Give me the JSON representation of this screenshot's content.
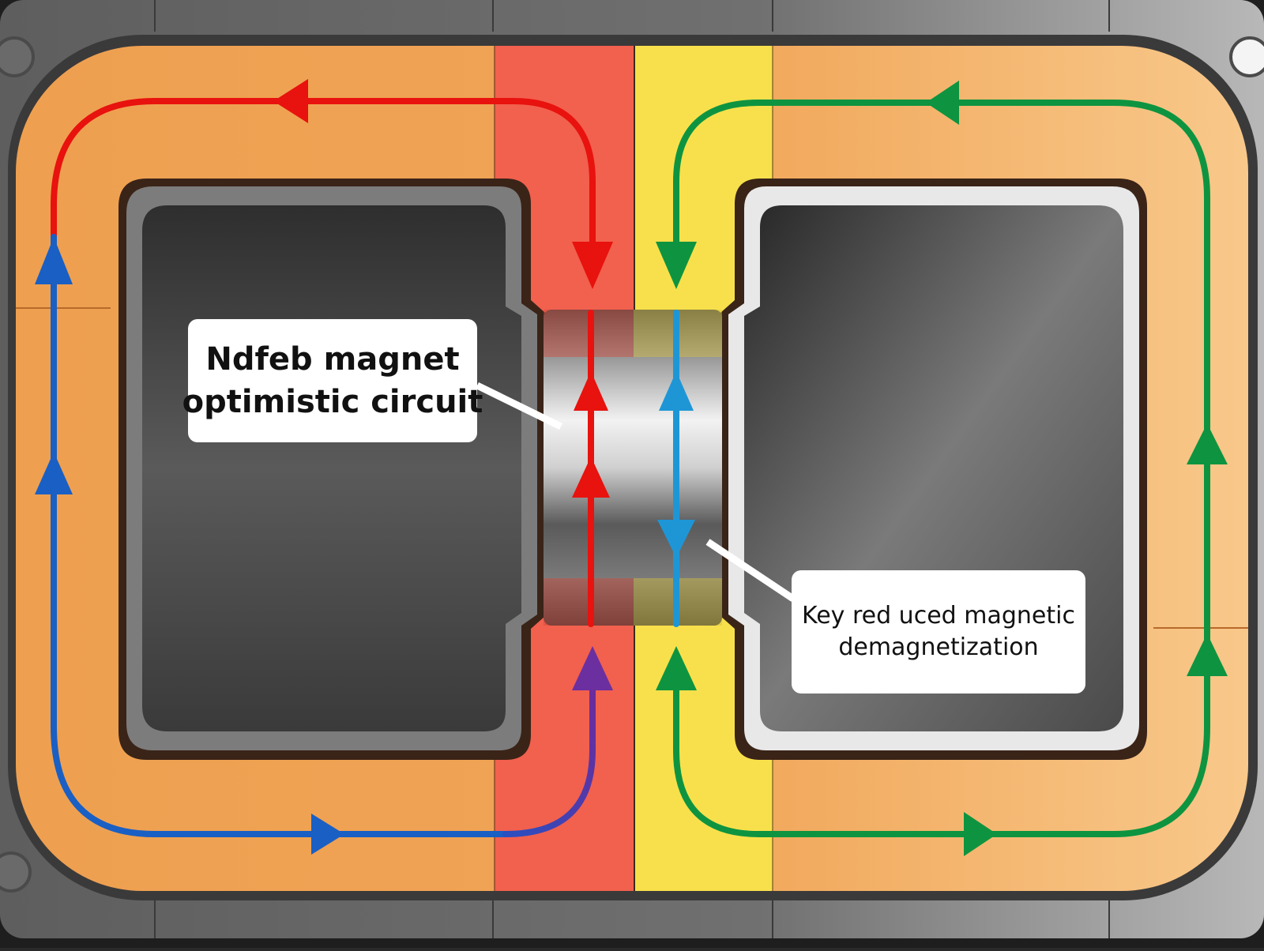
{
  "diagram": {
    "title": "NdFeB magnet magnetic circuit flux paths",
    "labels": {
      "left_callout": {
        "line1": "Ndfeb magnet",
        "line2": "optimistic circuit"
      },
      "right_callout": {
        "line1": "Key red uced magnetic",
        "line2": "demagnetization"
      }
    },
    "colors": {
      "frame_gray": "#6b6b6b",
      "frame_dark": "#3d3d3d",
      "core_orange": "#f0a04f",
      "core_orange_light": "#f9c98a",
      "pole_red": "#f2604e",
      "pole_yellow": "#f8e04c",
      "window_dark": "#3a3a3a",
      "flux_red": "#e8120e",
      "flux_blue": "#1a5fc4",
      "flux_purple": "#6b2fa0",
      "flux_green": "#0e9440",
      "flux_cyan": "#1e96d6",
      "magnet_silver": "#bdbdbd"
    },
    "flux_paths": [
      {
        "name": "left-upper-return",
        "color": "red",
        "direction": "counterclockwise from pole to left leg"
      },
      {
        "name": "left-lower-return",
        "color": "blue-to-purple",
        "direction": "up left leg, along bottom into red pole"
      },
      {
        "name": "right-loop",
        "color": "green",
        "direction": "up right leg, along top, down into yellow pole"
      },
      {
        "name": "magnet-left-flux",
        "color": "red",
        "direction": "up through magnet"
      },
      {
        "name": "magnet-right-flux",
        "color": "cyan",
        "direction": "bidirectional through magnet"
      }
    ]
  }
}
